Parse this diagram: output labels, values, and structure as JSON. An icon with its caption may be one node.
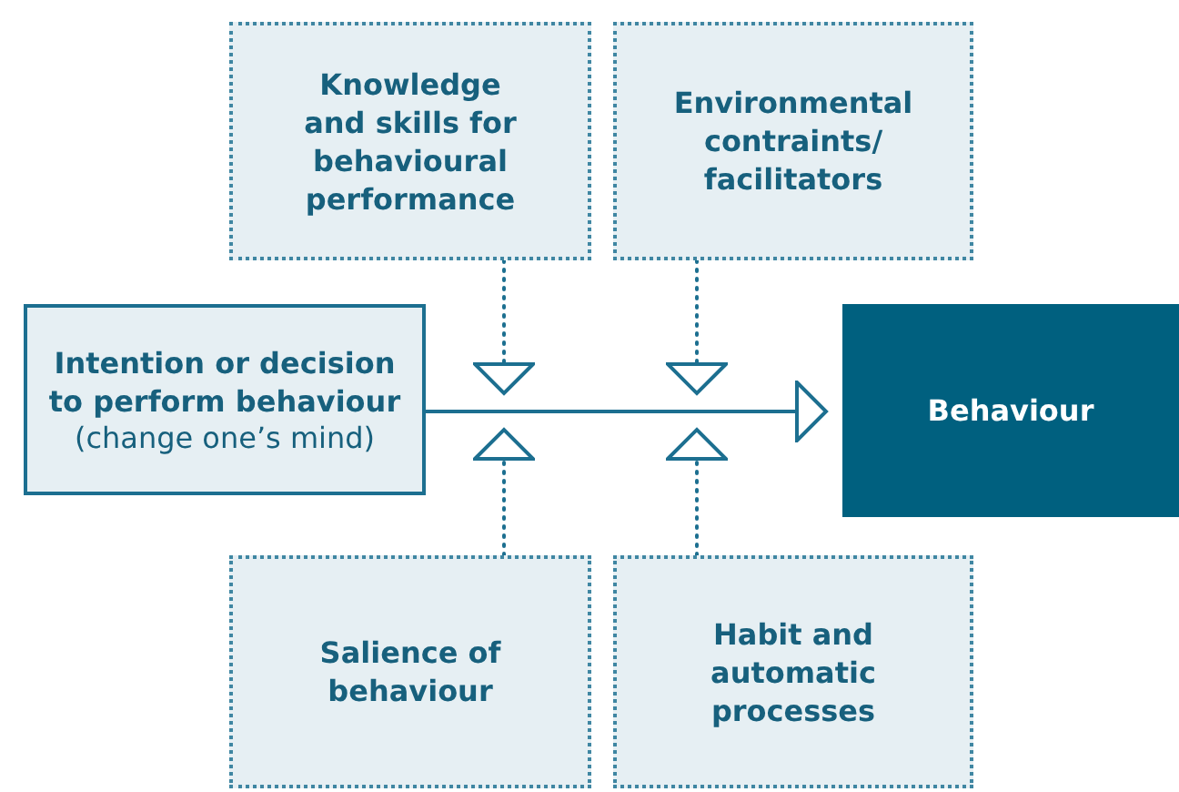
{
  "diagram": {
    "nodes": [
      {
        "text": [
          "Knowledge and skills for behavioural performance"
        ]
      },
      {
        "text": [
          "Environmental contraints/ facilitators"
        ]
      },
      {
        "text": [
          "Intention or decision to perform behaviour",
          "(change one’s mind)"
        ]
      },
      {
        "text": [
          "Behaviour"
        ]
      },
      {
        "text": [
          "Salience of behaviour"
        ]
      },
      {
        "text": [
          "Habit and automatic processes"
        ]
      }
    ],
    "edges": [
      {
        "from": 2,
        "to": 3,
        "arrow": "to"
      },
      {
        "from": 0,
        "to": null,
        "arrow": "to",
        "style": "dashed"
      },
      {
        "from": 1,
        "to": null,
        "arrow": "to",
        "style": "dashed"
      },
      {
        "from": 4,
        "to": null,
        "arrow": "to",
        "style": "dashed"
      },
      {
        "from": 5,
        "to": null,
        "arrow": "to",
        "style": "dashed"
      }
    ]
  }
}
